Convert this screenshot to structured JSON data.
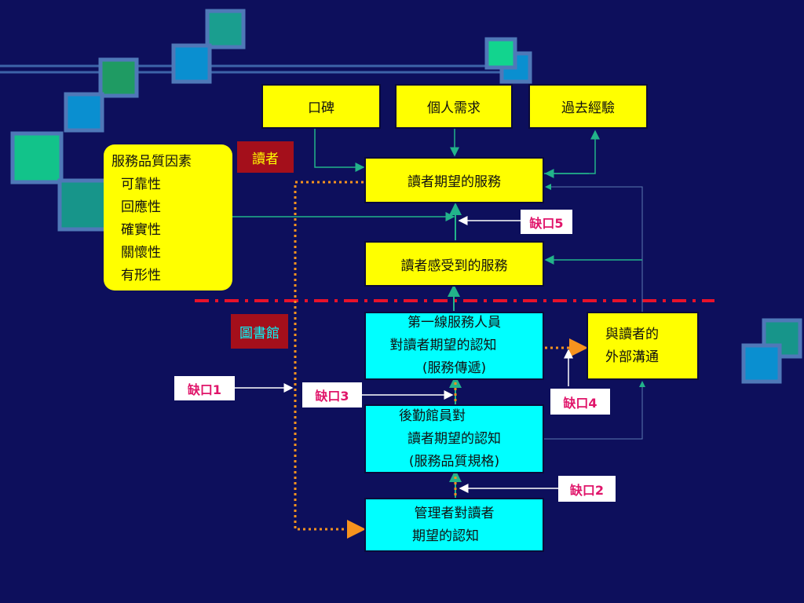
{
  "colors": {
    "background": "#0d0f5c",
    "box_yellow": "#ffff00",
    "box_cyan": "#00ffff",
    "tag_red": "#a40f1b",
    "gap_text": "#e0156a",
    "arrow_green": "#22b38a",
    "dotted_orange": "#f7931e",
    "divider_red": "#e8122a"
  },
  "reader_label": "讀者",
  "library_label": "圖書館",
  "sources": {
    "word_of_mouth": "口碑",
    "personal_needs": "個人需求",
    "past_experience": "過去經驗"
  },
  "factors": {
    "title": "服務品質因素",
    "items": [
      "可靠性",
      "回應性",
      "確實性",
      "關懷性",
      "有形性"
    ]
  },
  "expected_service": "讀者期望的服務",
  "perceived_service": "讀者感受到的服務",
  "frontline": [
    "第一線服務人員",
    "對讀者期望的認知",
    "(服務傳遞)"
  ],
  "backend": [
    "後勤館員對",
    "讀者期望的認知",
    "(服務品質規格)"
  ],
  "management": [
    "管理者對讀者",
    "期望的認知"
  ],
  "external_comm": [
    "與讀者的",
    "外部溝通"
  ],
  "gaps": {
    "gap1": "缺口1",
    "gap2": "缺口2",
    "gap3": "缺口3",
    "gap4": "缺口4",
    "gap5": "缺口5"
  }
}
